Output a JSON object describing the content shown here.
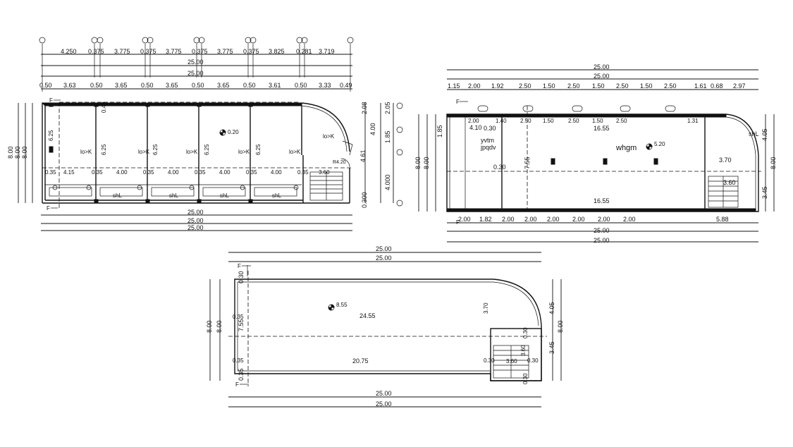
{
  "plans": {
    "p1": {
      "top_segments": [
        "4.250",
        "0.375",
        "3.775",
        "0.375",
        "3.775",
        "0.375",
        "3.775",
        "0.375",
        "3.825",
        "0.281",
        "3.719"
      ],
      "overall_a": "25.00",
      "overall_b": "25.00",
      "wall_segments": [
        "0.50",
        "3.63",
        "0.50",
        "3.65",
        "0.50",
        "3.65",
        "0.50",
        "3.65",
        "0.50",
        "3.61",
        "0.50",
        "3.33",
        "0.49"
      ],
      "room_height": "6.25",
      "room_width": "4.00",
      "inner_left": "4.15",
      "wall_thk": "0.35",
      "stair_w": "3.60",
      "level": "0.20",
      "right_dims": [
        "2.08",
        "2.05",
        "4.00",
        "1.85",
        "4.61",
        "4.000",
        "0.300"
      ],
      "left_dims": [
        "8.00",
        "8.00",
        "8.00"
      ],
      "room_tag": "lo>K",
      "wc_tag": "shL",
      "bottom_a": "25.00",
      "bottom_b": "25.00",
      "bottom_c": "25.00",
      "door_label": "R4.20",
      "section_mark": "F"
    },
    "p2": {
      "top_a": "25.00",
      "top_b": "25.00",
      "top_segments": [
        "1.15",
        "2.00",
        "1.92",
        "2.50",
        "1.50",
        "2.50",
        "1.50",
        "2.50",
        "1.50",
        "2.50",
        "1.61",
        "0.68",
        "2.97"
      ],
      "hall_len": "16.55",
      "hall_h": "7.55",
      "hall_tag": "whgm",
      "hall_level": "5.20",
      "office_tag_a": "yvtm",
      "office_tag_b": "jpqdv",
      "stair_w": "3.70",
      "stair_b": "3.60",
      "bottom_segments": [
        "2.00",
        "1.82",
        "2.00",
        "2.00",
        "2.00",
        "2.00",
        "2.00",
        "2.00",
        "5.88"
      ],
      "bottom_a": "25.00",
      "bottom_b": "25.00",
      "right_dims": [
        "4.05",
        "8.00",
        "3.45"
      ],
      "left_dims": [
        "8.00",
        "8.00"
      ],
      "col_dims": [
        "2.00",
        "1.40",
        "2.50",
        "1.50",
        "2.50",
        "1.50",
        "2.50",
        "1.31"
      ],
      "small_dims": [
        "4.10",
        "0.30",
        "0.30",
        "1.85"
      ],
      "wc_tag": "shL",
      "section_mark": "F"
    },
    "p3": {
      "top_a": "25.00",
      "top_b": "25.00",
      "length_upper": "24.55",
      "length_lower": "20.75",
      "level": "8.55",
      "height": "7.55",
      "stair_w": "3.60",
      "stair_h": "3.70",
      "stair_side": "3.60",
      "wall_a": "0.30",
      "wall_b": "0.35",
      "right_a": "4.05",
      "right_b": "8.00",
      "right_c": "3.45",
      "left_a": "8.00",
      "left_b": "8.00",
      "bottom_a": "25.00",
      "bottom_b": "25.00",
      "section_mark": "F"
    }
  }
}
